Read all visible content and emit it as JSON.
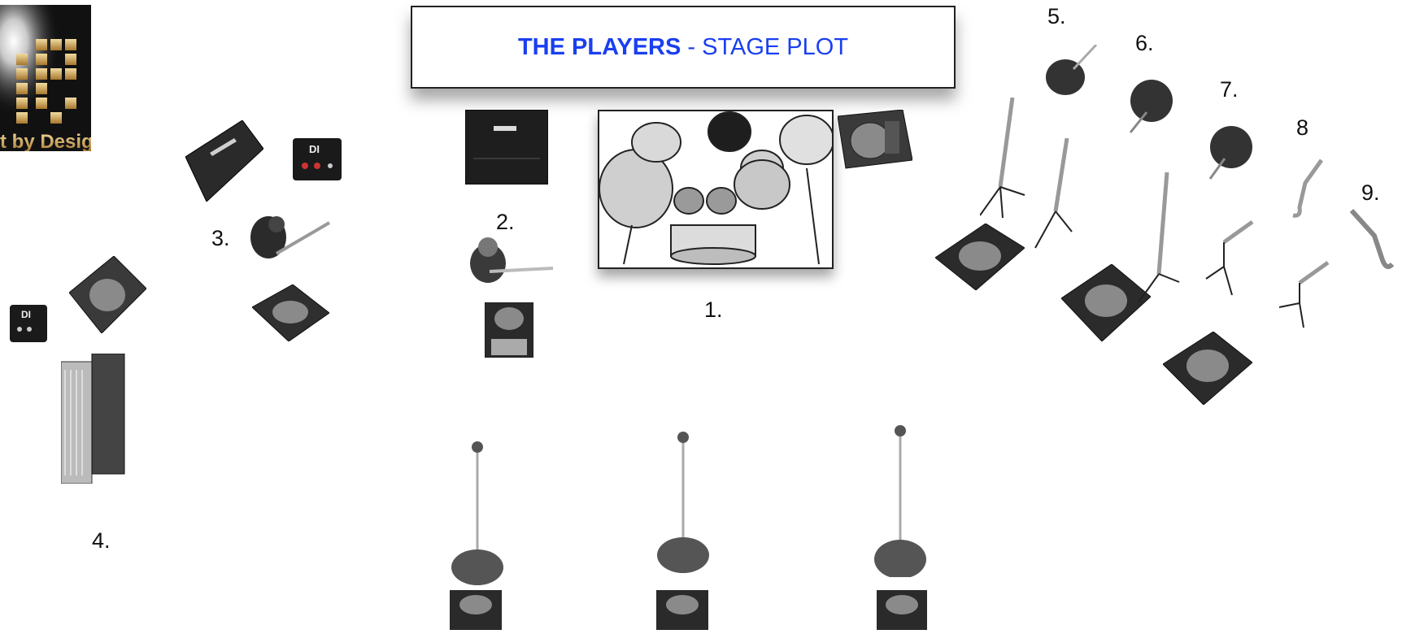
{
  "title": {
    "bold": "THE PLAYERS",
    "rest": " - STAGE PLOT"
  },
  "logo": {
    "text": "t by Design"
  },
  "labels": {
    "p1": "1.",
    "p2": "2.",
    "p3": "3.",
    "p4": "4.",
    "p5": "5.",
    "p6": "6.",
    "p7": "7.",
    "p8": "8",
    "p9": "9."
  },
  "di_label": "DI",
  "colors": {
    "title": "#1a3ff0",
    "equipment_dark": "#2a2a2a",
    "equipment_mid": "#7a7a7a"
  }
}
